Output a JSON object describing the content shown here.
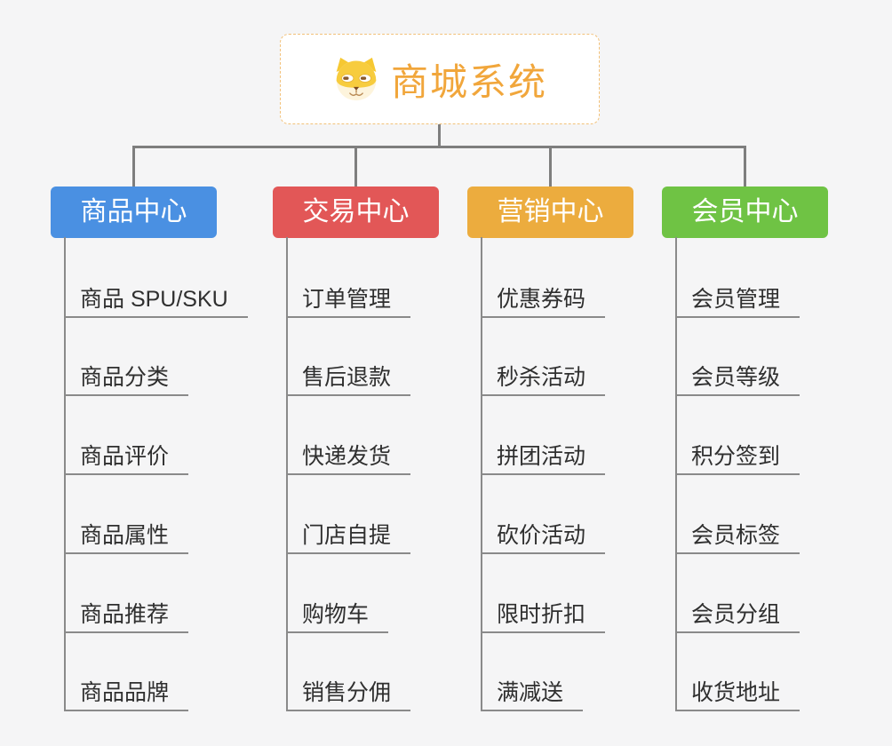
{
  "root": {
    "title": "商城系统",
    "icon": "dog-face-icon"
  },
  "branches": [
    {
      "label": "商品中心",
      "color": "#4a90e2",
      "items": [
        "商品 SPU/SKU",
        "商品分类",
        "商品评价",
        "商品属性",
        "商品推荐",
        "商品品牌"
      ]
    },
    {
      "label": "交易中心",
      "color": "#e25757",
      "items": [
        "订单管理",
        "售后退款",
        "快递发货",
        "门店自提",
        "购物车",
        "销售分佣"
      ]
    },
    {
      "label": "营销中心",
      "color": "#ecac3e",
      "items": [
        "优惠券码",
        "秒杀活动",
        "拼团活动",
        "砍价活动",
        "限时折扣",
        "满减送"
      ]
    },
    {
      "label": "会员中心",
      "color": "#6fc344",
      "items": [
        "会员管理",
        "会员等级",
        "积分签到",
        "会员标签",
        "会员分组",
        "收货地址"
      ]
    }
  ],
  "colors": {
    "background": "#f5f5f6",
    "connector_line": "#7e7e7e",
    "leaf_underline": "#8a8a8a",
    "leaf_text": "#2f2f2f",
    "root_text": "#f1a63b",
    "root_border": "#f2c179"
  }
}
